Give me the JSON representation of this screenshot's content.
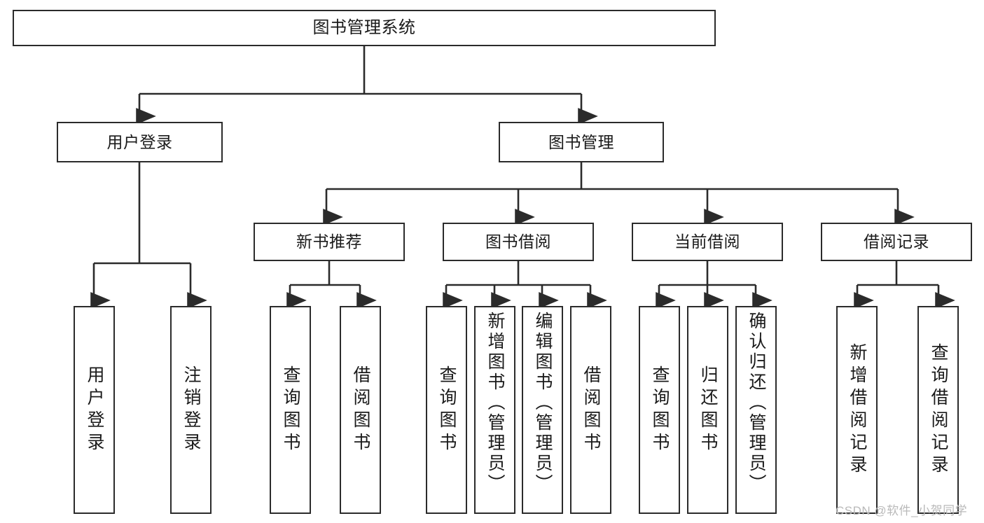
{
  "diagram": {
    "title": "图书管理系统",
    "root": {
      "label": "图书管理系统"
    },
    "level2": [
      {
        "label": "用户登录"
      },
      {
        "label": "图书管理"
      }
    ],
    "level3": [
      {
        "label": "新书推荐"
      },
      {
        "label": "图书借阅"
      },
      {
        "label": "当前借阅"
      },
      {
        "label": "借阅记录"
      }
    ],
    "leaves": {
      "user_login": [
        {
          "label": "用户登录"
        },
        {
          "label": "注销登录"
        }
      ],
      "new_book_recommend": [
        {
          "label": "查询图书"
        },
        {
          "label": "借阅图书"
        }
      ],
      "book_borrow": [
        {
          "label": "查询图书"
        },
        {
          "label": "新增图书（管理员）"
        },
        {
          "label": "编辑图书（管理员）"
        },
        {
          "label": "借阅图书"
        }
      ],
      "current_borrow": [
        {
          "label": "查询图书"
        },
        {
          "label": "归还图书"
        },
        {
          "label": "确认归还（管理员）"
        }
      ],
      "borrow_record": [
        {
          "label": "新增借阅记录"
        },
        {
          "label": "查询借阅记录"
        }
      ]
    }
  },
  "watermark": {
    "text": "CSDN @软件_小贺同学"
  },
  "colors": {
    "border": "#2b2b2b",
    "text": "#1a1a1a",
    "background": "#ffffff",
    "watermark": "#b9b9b9"
  }
}
